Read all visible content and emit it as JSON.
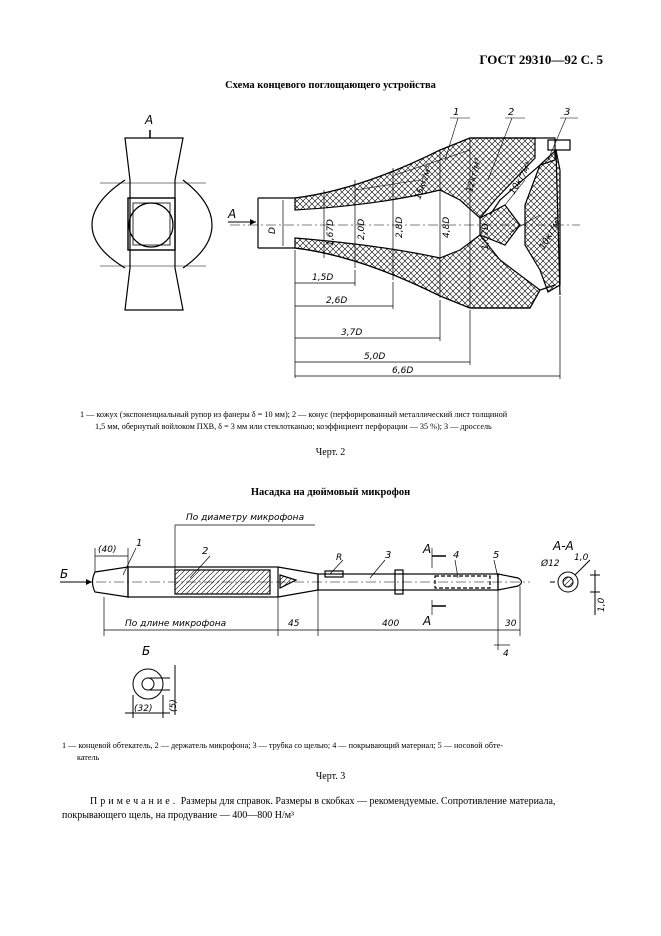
{
  "header": "ГОСТ 29310—92 С. 5",
  "figure1": {
    "title": "Схема концевого поглощающего устройства",
    "section_label": "А",
    "arrow_label": "А",
    "diameter_label": "D",
    "callouts": [
      "1",
      "2",
      "3"
    ],
    "inner_dims": [
      "1,67D",
      "2,0D",
      "2,8D",
      "4,8D",
      "1,67D"
    ],
    "density_labels": [
      "15кг/м³",
      "12кг/м³",
      "10кг/м³",
      "10кг/м³"
    ],
    "length_dims": [
      "1,5D",
      "2,6D",
      "3,7D",
      "5,0D",
      "6,6D"
    ],
    "caption_line1": "1 — кожух (экспоненциальный рупор из фанеры δ = 10 мм); 2 — конус (перфорированный металлический лист толщиной",
    "caption_line2": "1,5 мм, обернутый войлоком ПХВ, δ = 3 мм или стеклотканью; коэффициент перфорации — 35 %); 3 — дроссель",
    "label": "Черт. 2"
  },
  "figure2": {
    "title": "Насадка на дюймовый микрофон",
    "diameter_note": "По диаметру микрофона",
    "length_note": "По длине микрофона",
    "arrow_label": "Б",
    "section_marks": [
      "А",
      "А"
    ],
    "section_view_label": "А-А",
    "callouts": [
      "1",
      "2",
      "3",
      "4",
      "5"
    ],
    "dims": {
      "d40": "(40)",
      "d45": "45",
      "d400": "400",
      "d30": "30",
      "d4": "4",
      "phi12": "Ø12",
      "d1_0a": "1,0",
      "d1_0b": "1,0",
      "d32": "(32)",
      "d5": "(5)",
      "r": "R"
    },
    "view_b_label": "Б",
    "caption_line1": "1 — концевой обтекатель, 2 — держатель микрофона; 3 — трубка со щелью; 4 — покрывающий материал; 5 — носовой обте-",
    "caption_line2": "катель",
    "label": "Черт. 3"
  },
  "note": {
    "lead": "Примечание.",
    "text": " Размеры для справок. Размеры в скобках — рекомендуемые. Сопротивление материала, покрывающего щель, на продувание — 400—800 Н/м³"
  }
}
